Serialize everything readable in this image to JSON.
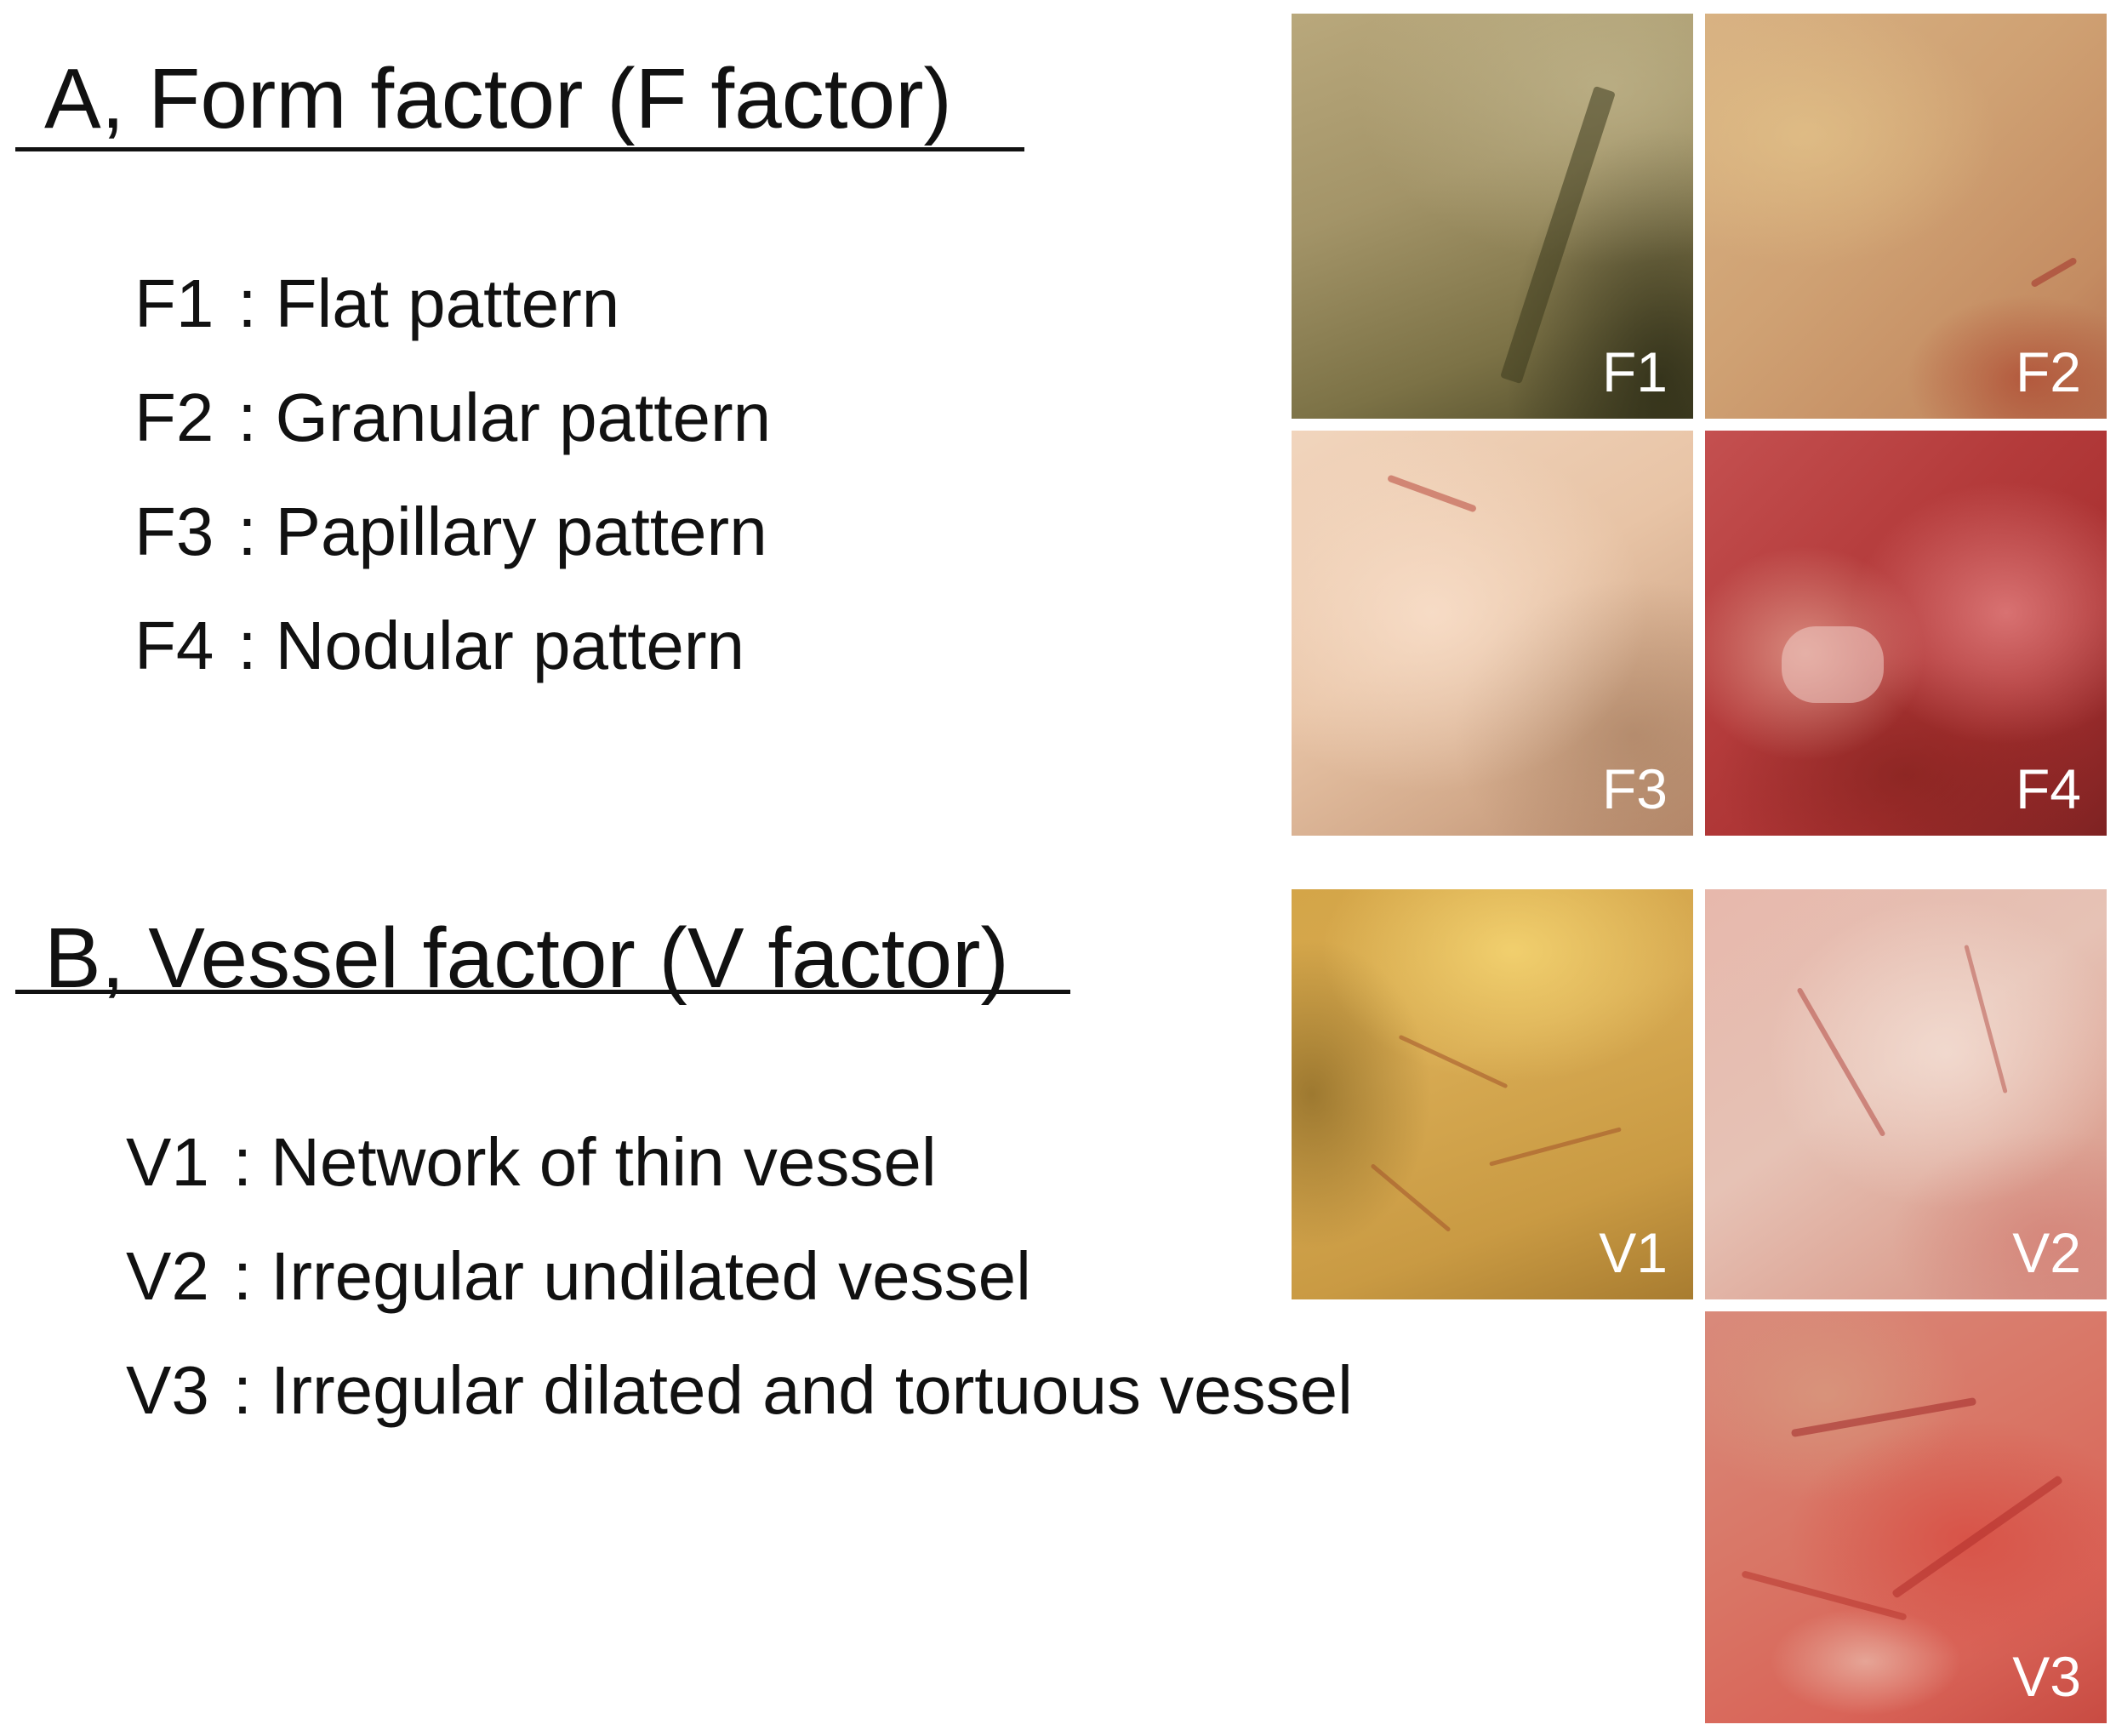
{
  "section_a": {
    "heading": "A, Form factor (F factor)",
    "items": [
      {
        "code": "F1",
        "sep": ":",
        "label": "Flat pattern"
      },
      {
        "code": "F2",
        "sep": ":",
        "label": "Granular pattern"
      },
      {
        "code": "F3",
        "sep": ":",
        "label": "Papillary pattern"
      },
      {
        "code": "F4",
        "sep": ":",
        "label": "Nodular pattern"
      }
    ],
    "images": [
      "F1",
      "F2",
      "F3",
      "F4"
    ]
  },
  "section_b": {
    "heading": "B, Vessel factor (V factor)",
    "items": [
      {
        "code": "V1",
        "sep": ":",
        "label": "Network of thin vessel"
      },
      {
        "code": "V2",
        "sep": ":",
        "label": "Irregular undilated vessel"
      },
      {
        "code": "V3",
        "sep": ":",
        "label": "Irregular dilated and tortuous vessel"
      }
    ],
    "images": [
      "V1",
      "V2",
      "V3"
    ]
  }
}
